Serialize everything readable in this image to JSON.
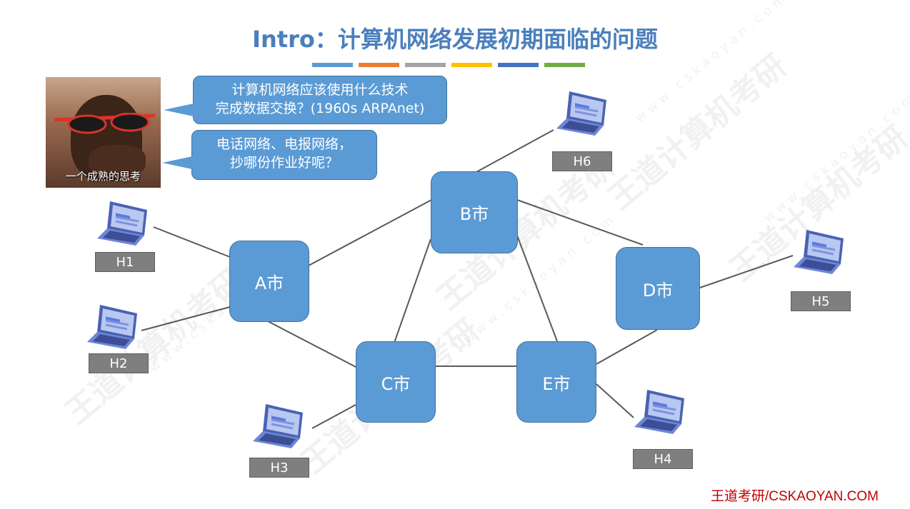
{
  "title": "Intro：计算机网络发展初期面临的问题",
  "accent_bars": [
    "#5b9bd5",
    "#ed7d31",
    "#a5a5a5",
    "#ffc000",
    "#4472c4",
    "#70ad47"
  ],
  "photo": {
    "caption": "一个成熟的思考"
  },
  "bubbles": [
    {
      "line1": "计算机网络应该使用什么技术",
      "line2": "完成数据交换？(1960s ARPAnet)"
    },
    {
      "line1": "电话网络、电报网络，",
      "line2": "抄哪份作业好呢？"
    }
  ],
  "cities": {
    "A": "A市",
    "B": "B市",
    "C": "C市",
    "D": "D市",
    "E": "E市"
  },
  "hosts": {
    "H1": "H1",
    "H2": "H2",
    "H3": "H3",
    "H4": "H4",
    "H5": "H5",
    "H6": "H6"
  },
  "watermark": {
    "brand": "王道计算机考研",
    "url": "www.cskaoyan.com"
  },
  "footer": "王道考研/CSKAOYAN.COM",
  "colors": {
    "node": "#5b9bd5",
    "host_label": "#7f7f7f",
    "title": "#4a7fbd",
    "footer": "#c00000"
  }
}
